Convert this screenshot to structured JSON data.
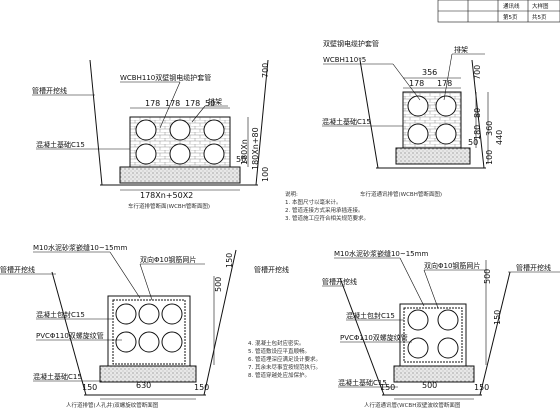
{
  "title_block": {
    "row1": [
      "",
      "",
      "通讯线",
      "大样图"
    ],
    "row2": [
      "",
      "",
      "第5页",
      "共5页"
    ]
  },
  "panel_tl": {
    "label_trench": "管槽开挖线",
    "label_pipe": "WCBH110双壁钢电缆护套管",
    "label_rack": "排架",
    "label_concrete": "混凝土基础C15",
    "dim_top_bricks": [
      "178",
      "178",
      "178"
    ],
    "dim_top_right": "50",
    "dim_right_1": "180Xn",
    "dim_right_2": "180Xn+80",
    "dim_left_small": "5",
    "dim_bottom": "178Xn+50X2",
    "dim_right_100": "100",
    "dim_right_50": "50",
    "dim_right_700": "700",
    "caption": "车行道排管断面(WCBH管断面图)"
  },
  "panel_tr": {
    "label_pipe": "双壁钢电缆护套管",
    "label_pipe2": "WCBH110*5",
    "label_rack": "排架",
    "label_concrete": "混凝土基础C15",
    "dim_top": "356",
    "dim_bricks": [
      "178",
      "178"
    ],
    "dim_right_360": "360",
    "dim_right_440": "440",
    "dim_right_180": "180",
    "dim_right_80": "80",
    "dim_right_50": "50",
    "dim_right_100": "100",
    "dim_right_700": "700",
    "caption": "车行道通讯排管(WCBH管断面图)"
  },
  "panel_bl": {
    "label_mortar": "M10水泥砂浆嵌缝10~15mm",
    "label_mesh": "双向Φ10钢筋网片",
    "label_trench": "管槽开挖线",
    "label_encase": "混凝土包封C15",
    "label_pvc": "PVCΦ110双螺旋纹管",
    "label_base": "混凝土基础C15",
    "dim_500": "500",
    "dim_150": "150",
    "dim_bottom": "630",
    "dim_bottom_small": "150",
    "dim_bottom_right": "150",
    "caption": "人行道排管(人孔井)双螺旋纹管断面图"
  },
  "panel_br": {
    "label_mortar": "M10水泥砂浆嵌缝10~15mm",
    "label_mesh": "双向Φ10钢筋网片",
    "label_trench_left": "管槽开挖线",
    "label_trench_right": "管槽开挖线",
    "label_encase": "混凝土包封C15",
    "label_pvc": "PVCΦ110双螺旋纹管",
    "label_base": "混凝土基础C15",
    "dim_500": "500",
    "dim_bottom": "500",
    "dim_bottom_small": "150",
    "dim_bottom_right": "150",
    "dim_right_150": "150",
    "caption": "人行道通讯管(WCBH双壁波纹管断面图"
  },
  "notes": {
    "heading": "说明:",
    "lines": [
      "1. 本图尺寸以毫米计。",
      "2. 管道连接方式采用承插连接。",
      "3. 管道施工应符合相关规范要求。",
      "4. 混凝土包封应密实。",
      "5. 管道敷设应平直顺畅。",
      "6. 管道埋深应满足设计要求。",
      "7. 其余未尽事宜按规范执行。",
      "8. 管道穿越处应加保护。"
    ]
  }
}
